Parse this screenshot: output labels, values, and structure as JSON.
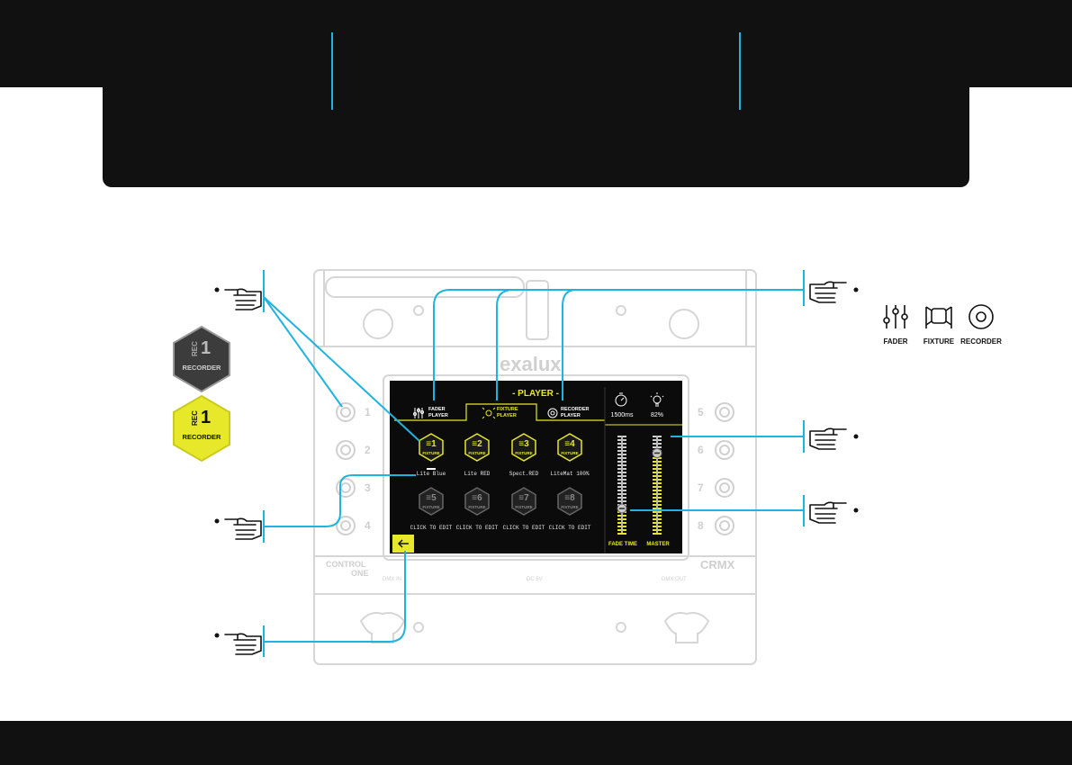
{
  "device": {
    "brand": "exalux",
    "model_left": "CONTROL",
    "model_left_sub": "ONE",
    "model_right": "CRMX",
    "port_dmx_in": "DMX IN",
    "port_dc": "DC 5V",
    "port_dmx_out": "DMX OUT",
    "button_numbers_left": [
      "1",
      "2",
      "3",
      "4"
    ],
    "button_numbers_right": [
      "5",
      "6",
      "7",
      "8"
    ]
  },
  "screen": {
    "title": "- PLAYER -",
    "tabs": [
      {
        "line1": "FADER",
        "line2": "PLAYER",
        "active": false
      },
      {
        "line1": "FIXTURE",
        "line2": "PLAYER",
        "active": true
      },
      {
        "line1": "RECORDER",
        "line2": "PLAYER",
        "active": false
      }
    ],
    "fade_time_value": "1500ms",
    "master_value": "82%",
    "fixtures": [
      {
        "num": "1",
        "type": "FIXTURE",
        "name": "Lite Blue",
        "active": true
      },
      {
        "num": "2",
        "type": "FIXTURE",
        "name": "Lite RED",
        "active": true
      },
      {
        "num": "3",
        "type": "FIXTURE",
        "name": "Spect.RED",
        "active": true
      },
      {
        "num": "4",
        "type": "FIXTURE",
        "name": "LiteMat 100%",
        "active": true
      },
      {
        "num": "5",
        "type": "FIXTURE",
        "name": "CLICK TO EDIT",
        "active": false
      },
      {
        "num": "6",
        "type": "FIXTURE",
        "name": "CLICK TO EDIT",
        "active": false
      },
      {
        "num": "7",
        "type": "FIXTURE",
        "name": "CLICK TO EDIT",
        "active": false
      },
      {
        "num": "8",
        "type": "FIXTURE",
        "name": "CLICK TO EDIT",
        "active": false
      }
    ],
    "fader_labels": [
      "FADE TIME",
      "MASTER"
    ],
    "fade_time_level": 0.25,
    "master_level": 0.82
  },
  "badges": [
    {
      "rec": "REC",
      "num": "1",
      "label": "RECORDER",
      "style": "dark"
    },
    {
      "rec": "REC",
      "num": "1",
      "label": "RECORDER",
      "style": "yellow"
    }
  ],
  "legend": [
    {
      "icon": "fader-icon",
      "label": "FADER"
    },
    {
      "icon": "fixture-icon",
      "label": "FIXTURE"
    },
    {
      "icon": "recorder-icon",
      "label": "RECORDER"
    }
  ],
  "colors": {
    "accent": "#e6e829",
    "callout": "#1fb3e0",
    "screen_bg": "#0b0b0b",
    "dark": "#111111"
  }
}
